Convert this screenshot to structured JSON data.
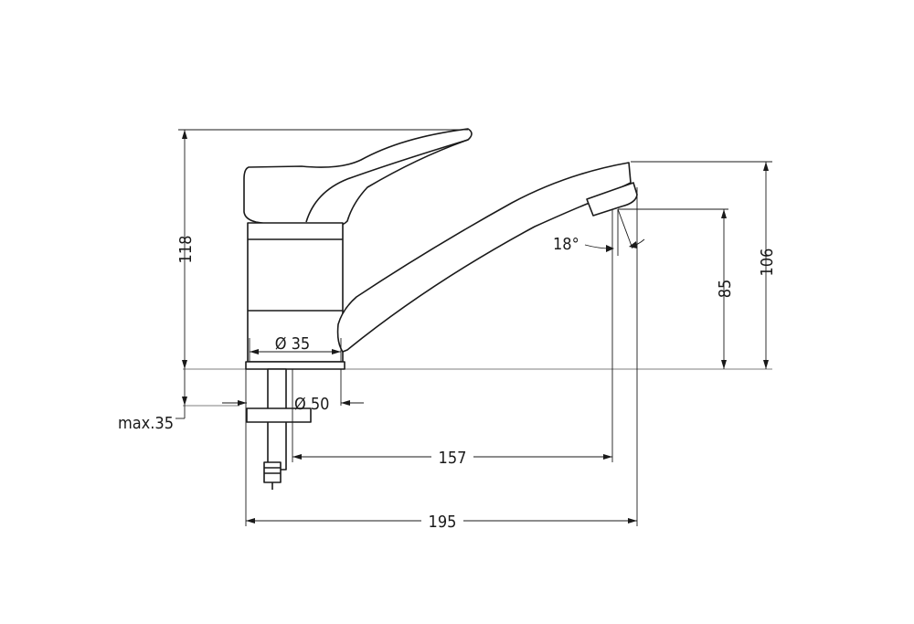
{
  "dimensions": {
    "height_total": "118",
    "height_lever": "106",
    "height_spout": "85",
    "angle": "18°",
    "base_diameter": "Ø 35",
    "mount_diameter": "Ø 50",
    "counter_thickness": "max.35",
    "spout_reach": "157",
    "overall_width": "195"
  },
  "colors": {
    "line": "#1a1a1a",
    "background": "#ffffff"
  }
}
